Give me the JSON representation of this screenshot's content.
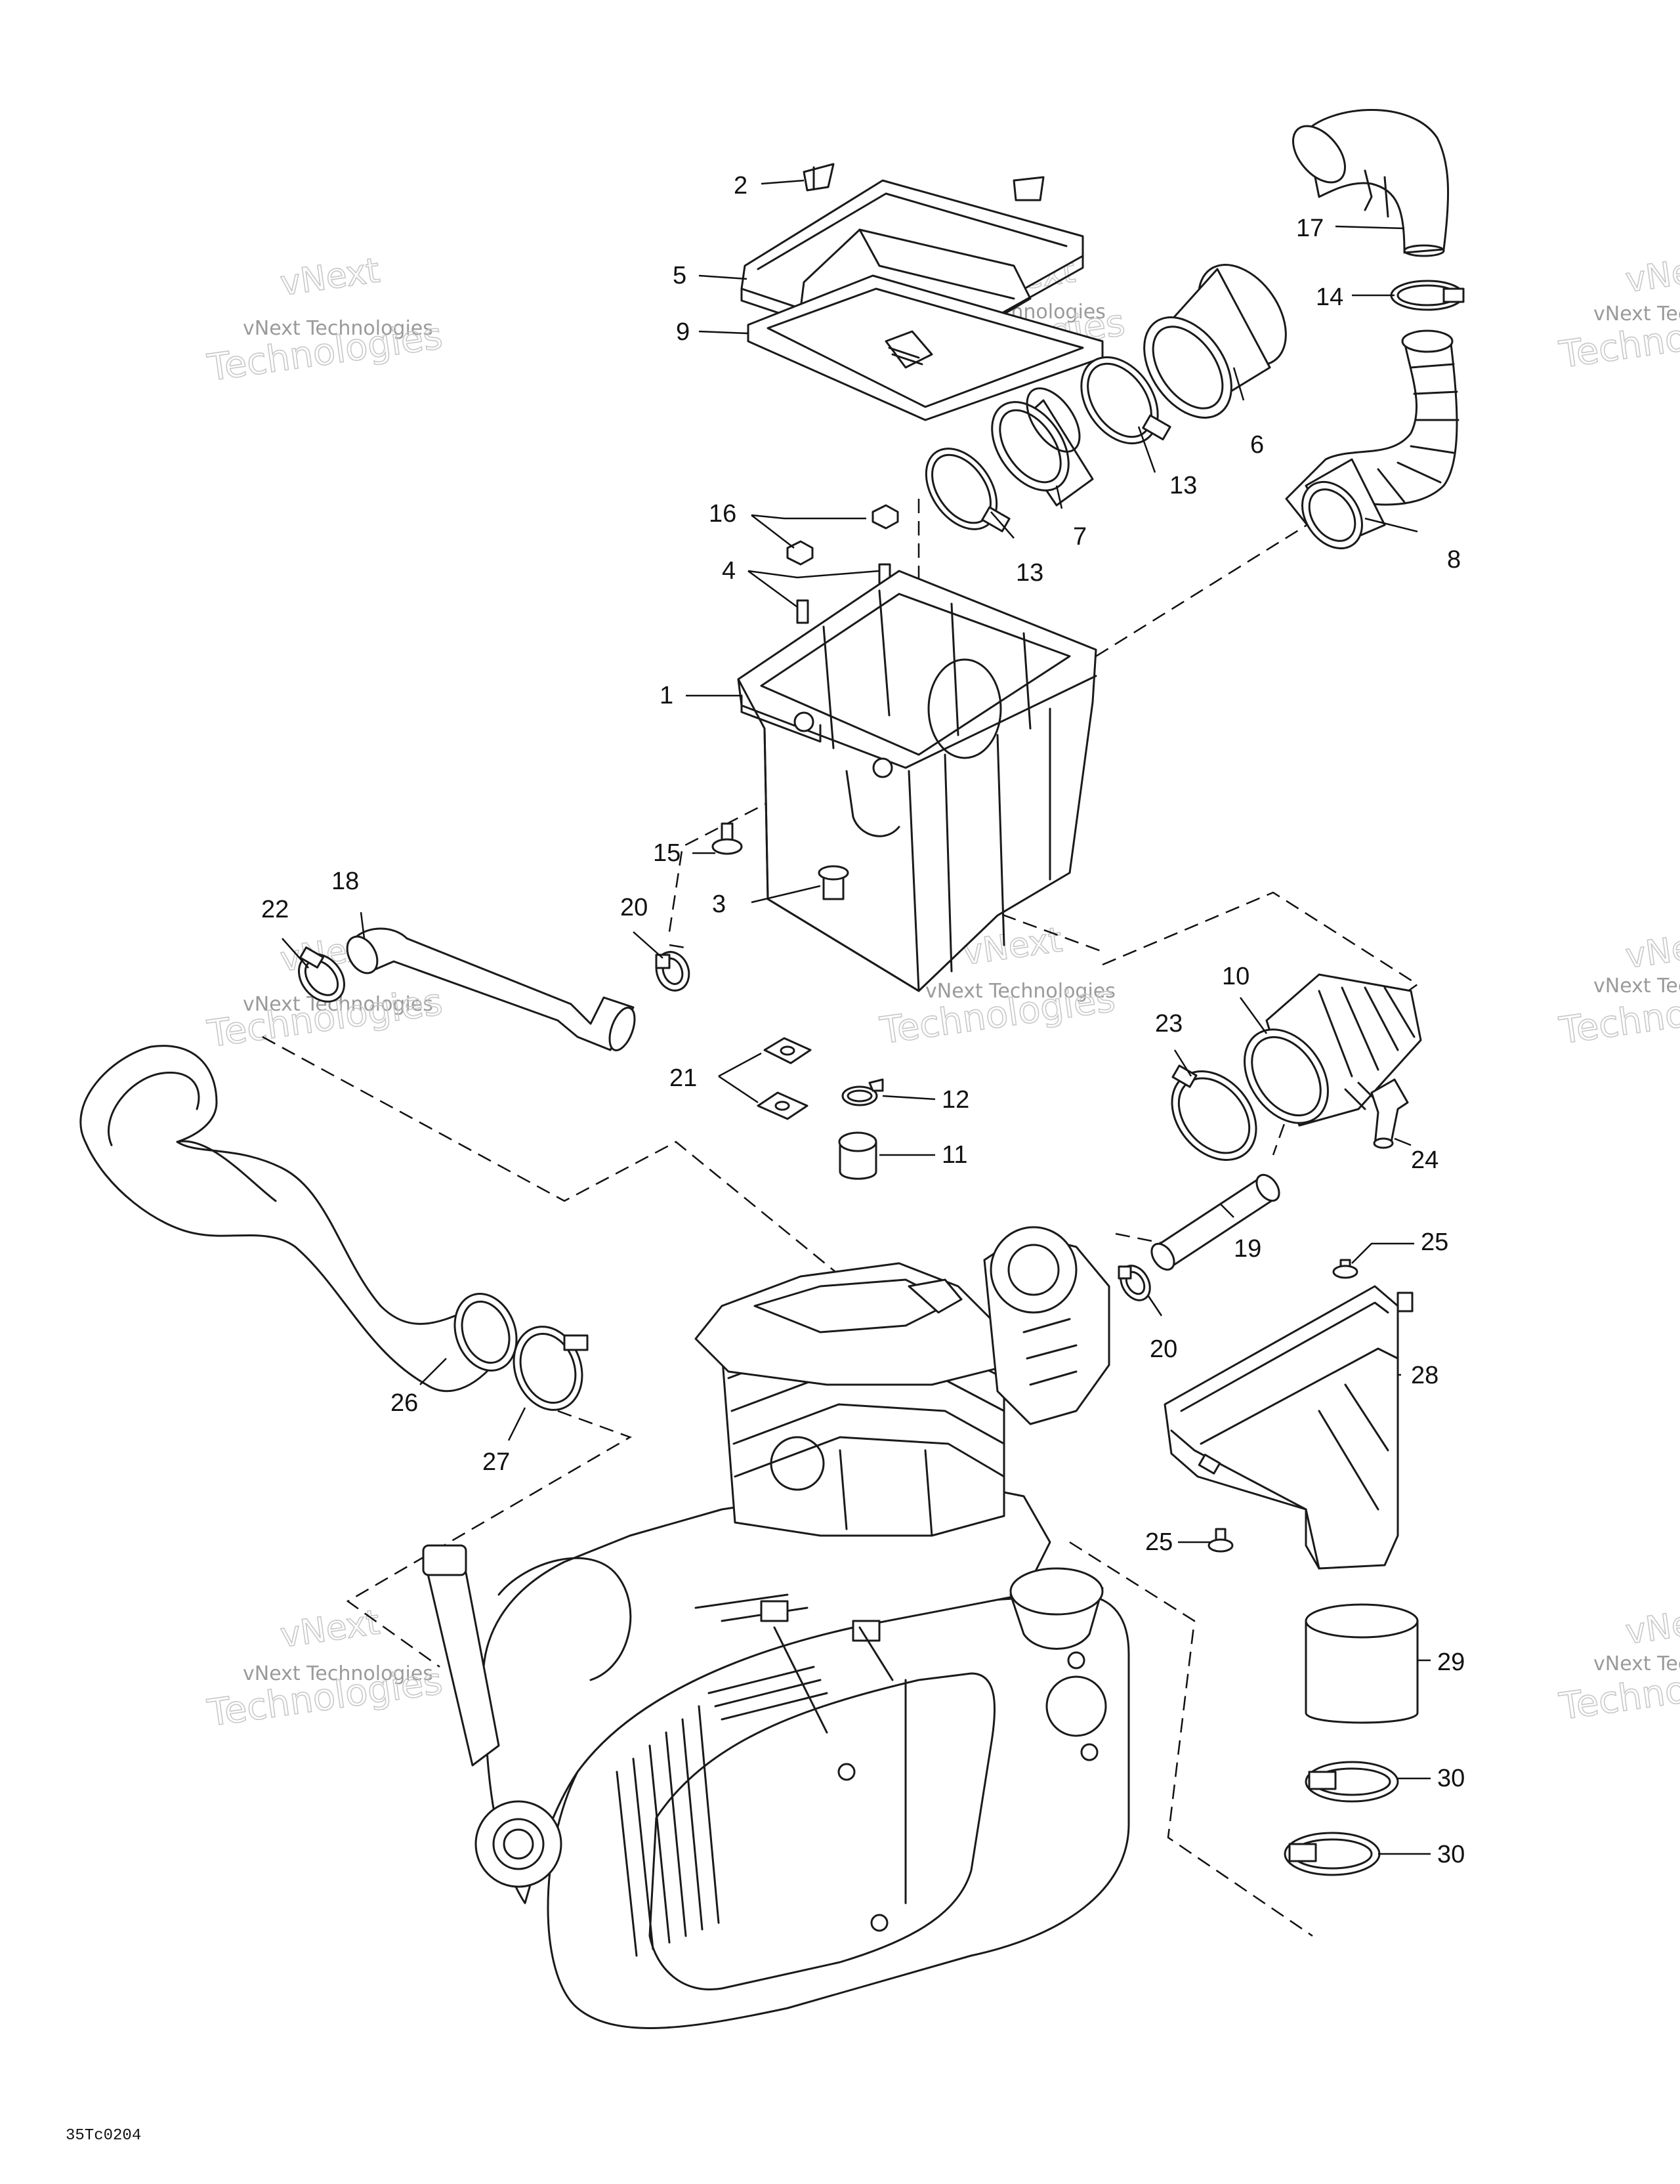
{
  "drawing_ref": "35Tc0204",
  "watermark": {
    "line1": "vNext",
    "line2": "vNext Technologies",
    "line3": "Technologies",
    "partial_line1": "vNe",
    "partial_line2": "vNext Tec",
    "partial_line3": "Techno"
  },
  "callouts": [
    {
      "id": "c1",
      "label": "1",
      "part": "air-box"
    },
    {
      "id": "c2",
      "label": "2",
      "part": "clip"
    },
    {
      "id": "c3",
      "label": "3",
      "part": "drain"
    },
    {
      "id": "c4",
      "label": "4",
      "part": "stud"
    },
    {
      "id": "c5",
      "label": "5",
      "part": "air-box-cover"
    },
    {
      "id": "c6",
      "label": "6",
      "part": "intake-boot"
    },
    {
      "id": "c7",
      "label": "7",
      "part": "adaptor"
    },
    {
      "id": "c8",
      "label": "8",
      "part": "intake-hose"
    },
    {
      "id": "c9",
      "label": "9",
      "part": "air-filter"
    },
    {
      "id": "c10",
      "label": "10",
      "part": "carburetor-adaptor"
    },
    {
      "id": "c11",
      "label": "11",
      "part": "cap"
    },
    {
      "id": "c12",
      "label": "12",
      "part": "clamp"
    },
    {
      "id": "c13a",
      "label": "13",
      "part": "clamp"
    },
    {
      "id": "c13b",
      "label": "13",
      "part": "clamp"
    },
    {
      "id": "c14",
      "label": "14",
      "part": "clamp"
    },
    {
      "id": "c15",
      "label": "15",
      "part": "screw"
    },
    {
      "id": "c16",
      "label": "16",
      "part": "nut"
    },
    {
      "id": "c17",
      "label": "17",
      "part": "intake-elbow"
    },
    {
      "id": "c18",
      "label": "18",
      "part": "breather-hose"
    },
    {
      "id": "c19",
      "label": "19",
      "part": "hose"
    },
    {
      "id": "c20a",
      "label": "20",
      "part": "clamp"
    },
    {
      "id": "c20b",
      "label": "20",
      "part": "clamp"
    },
    {
      "id": "c21",
      "label": "21",
      "part": "washer"
    },
    {
      "id": "c22",
      "label": "22",
      "part": "clamp"
    },
    {
      "id": "c23",
      "label": "23",
      "part": "clamp"
    },
    {
      "id": "c24",
      "label": "24",
      "part": "elbow"
    },
    {
      "id": "c25a",
      "label": "25",
      "part": "screw"
    },
    {
      "id": "c25b",
      "label": "25",
      "part": "screw"
    },
    {
      "id": "c26",
      "label": "26",
      "part": "cvt-air-inlet-duct"
    },
    {
      "id": "c27",
      "label": "27",
      "part": "clamp"
    },
    {
      "id": "c28",
      "label": "28",
      "part": "cvt-outlet-duct"
    },
    {
      "id": "c29",
      "label": "29",
      "part": "sleeve"
    },
    {
      "id": "c30a",
      "label": "30",
      "part": "clamp"
    },
    {
      "id": "c30b",
      "label": "30",
      "part": "clamp"
    }
  ]
}
